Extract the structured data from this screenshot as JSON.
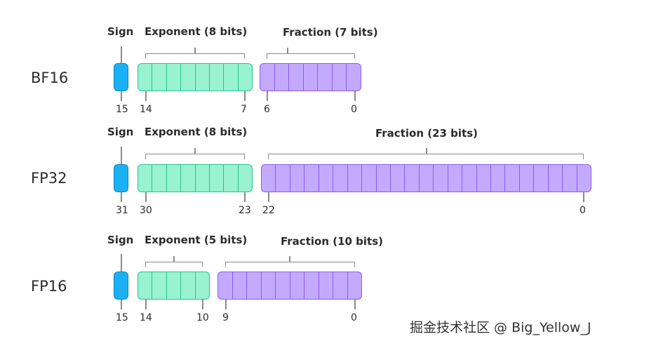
{
  "rows": [
    {
      "label": "BF16",
      "sign_heading": "Sign",
      "exponent_heading": "Exponent (8 bits)",
      "fraction_heading": "Fraction (7 bits)",
      "sign_bit_index": "15",
      "exponent_start_index": "14",
      "exponent_end_index": "7",
      "fraction_start_index": "6",
      "fraction_end_index": "0",
      "exponent_bits": 8,
      "fraction_bits": 7
    },
    {
      "label": "FP32",
      "sign_heading": "Sign",
      "exponent_heading": "Exponent (8 bits)",
      "fraction_heading": "Fraction (23 bits)",
      "sign_bit_index": "31",
      "exponent_start_index": "30",
      "exponent_end_index": "23",
      "fraction_start_index": "22",
      "fraction_end_index": "0",
      "exponent_bits": 8,
      "fraction_bits": 23
    },
    {
      "label": "FP16",
      "sign_heading": "Sign",
      "exponent_heading": "Exponent (5 bits)",
      "fraction_heading": "Fraction (10 bits)",
      "sign_bit_index": "15",
      "exponent_start_index": "14",
      "exponent_end_index": "10",
      "fraction_start_index": "9",
      "fraction_end_index": "0",
      "exponent_bits": 5,
      "fraction_bits": 10
    }
  ],
  "colors": {
    "sign_fill": "#1ab0f5",
    "exponent_fill": "#99f2d1",
    "fraction_fill": "#c4aaff"
  },
  "watermark": "掘金技术社区 @ Big_Yellow_J"
}
